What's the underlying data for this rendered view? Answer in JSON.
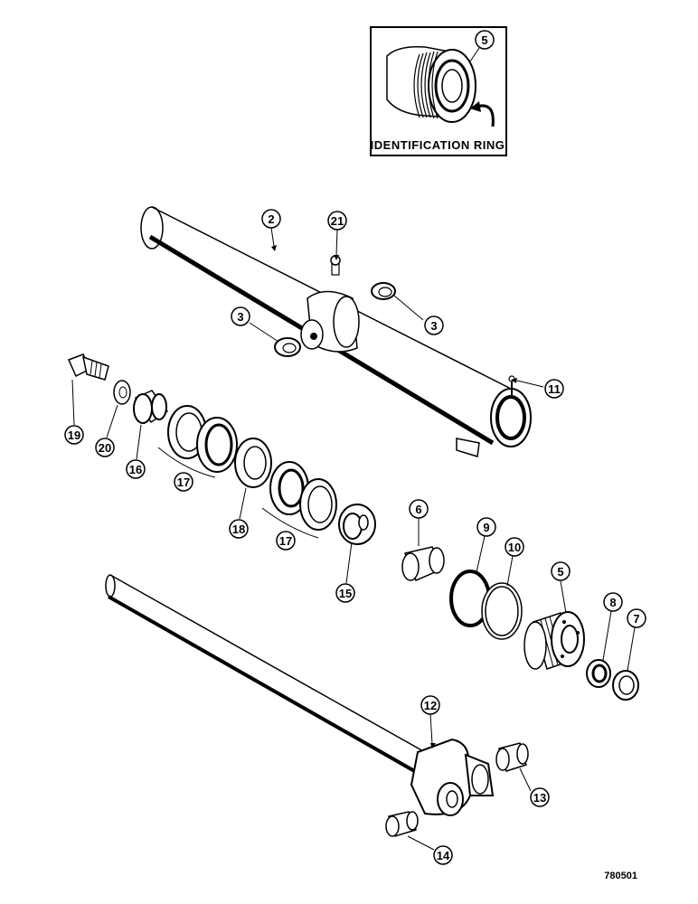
{
  "inset": {
    "caption": "IDENTIFICATION RING",
    "callout": "5"
  },
  "callouts": {
    "barrel": "2",
    "grease_fitting": "21",
    "bushing_left": "3",
    "bushing_right": "3",
    "screw": "11",
    "bolt": "19",
    "washer": "20",
    "spacer": "16",
    "packing_set_1": "17",
    "ring": "18",
    "packing_set_2": "17",
    "adapter": "15",
    "sleeve": "6",
    "o_ring": "9",
    "backup_ring": "10",
    "gland": "5",
    "wiper_seal": "8",
    "wiper": "7",
    "rod": "12",
    "rod_bushing_right": "13",
    "rod_bushing_left": "14"
  },
  "figure_number": "780501"
}
